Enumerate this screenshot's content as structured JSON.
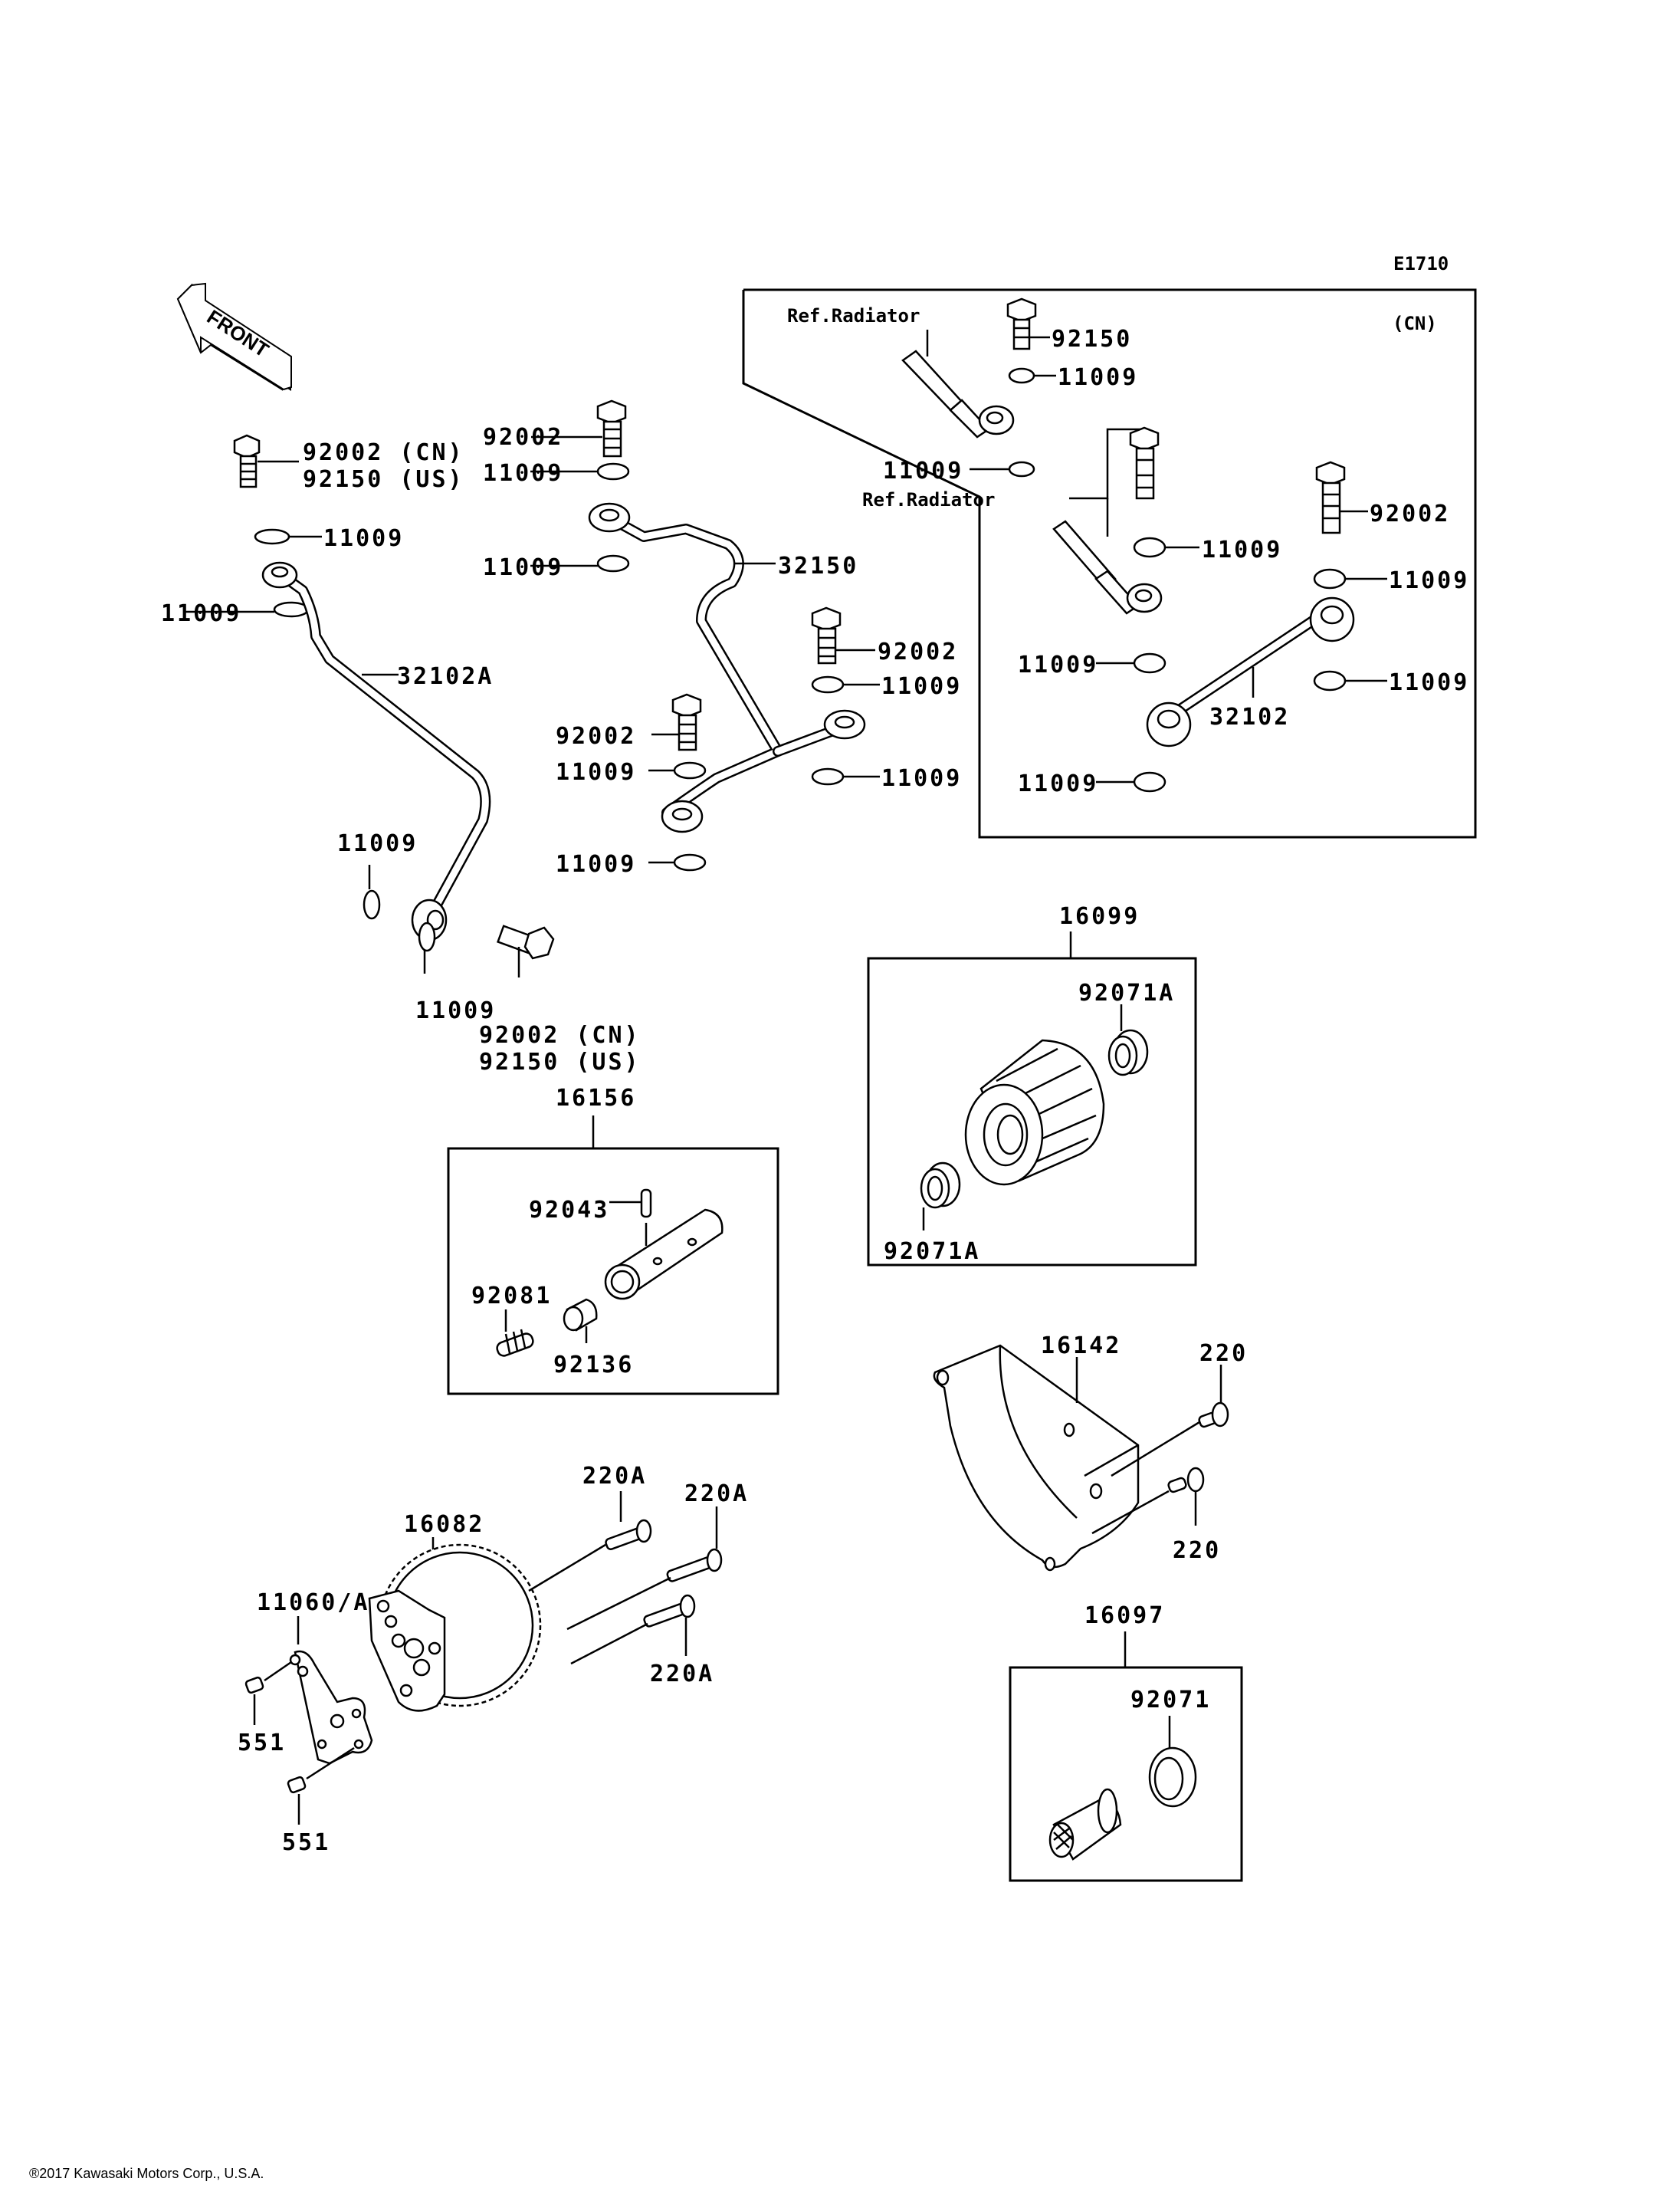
{
  "diagram": {
    "code": "E1710",
    "front_label": "FRONT",
    "cn_inset_label": "(CN)",
    "copyright": "®2017 Kawasaki Motors Corp., U.S.A.",
    "labels": {
      "bolt_topleft_a": "92002 (CN)",
      "bolt_topleft_b": "92150 (US)",
      "washer_tl1": "11009",
      "washer_tl2": "11009",
      "pipe_left": "32102A",
      "washer_ll1": "11009",
      "washer_ll2": "11009",
      "bolt_lower_a": "92002 (CN)",
      "bolt_lower_b": "92150 (US)",
      "bolt_mid_top": "92002",
      "washer_mid1": "11009",
      "washer_mid2": "11009",
      "pipe_mid": "32150",
      "bolt_mid_r": "92002",
      "washer_mid_r1": "11009",
      "bolt_mid_l": "92002",
      "washer_mid_l1": "11009",
      "washer_mid_r2": "11009",
      "washer_mid_bot": "11009",
      "ref_radiator_1": "Ref.Radiator",
      "cn_bolt_92150": "92150",
      "cn_washer_1": "11009",
      "cn_washer_2": "11009",
      "ref_radiator_2": "Ref.Radiator",
      "cn_washer_3": "11009",
      "cn_bolt_92002": "92002",
      "cn_washer_4": "11009",
      "cn_washer_5": "11009",
      "cn_washer_6": "11009",
      "cn_pipe": "32102",
      "cn_washer_7": "11009",
      "filter_kit": "16099",
      "filter_oring_1": "92071A",
      "filter_oring_2": "92071A",
      "relief_kit": "16156",
      "relief_pin": "92043",
      "relief_spring": "92081",
      "relief_collar": "92136",
      "cover": "16142",
      "cover_bolt_1": "220",
      "cover_bolt_2": "220",
      "pump": "16082",
      "pump_bolt_1": "220A",
      "pump_bolt_2": "220A",
      "pump_bolt_3": "220A",
      "gasket": "11060/A",
      "dowel_1": "551",
      "dowel_2": "551",
      "strainer_kit": "16097",
      "strainer_oring": "92071"
    }
  }
}
